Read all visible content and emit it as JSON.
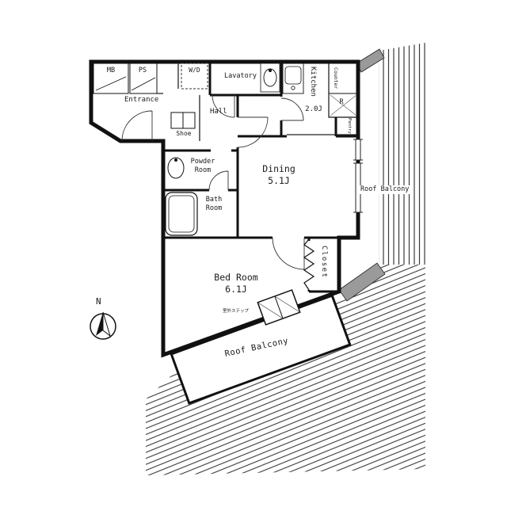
{
  "labels": {
    "mb": "MB",
    "ps": "PS",
    "washer_dryer": "W/D",
    "lavatory": "Lavatory",
    "kitchen_name": "Kitchen",
    "kitchen_size": "2.0J",
    "counter": "Counter",
    "refrigerator": "R",
    "pantry": "Pantry",
    "entrance": "Entrance",
    "shoe": "Shoe",
    "hall": "Hall",
    "powder_room": "Powder\nRoom",
    "bath_room": "Bath\nRoom",
    "dining_name": "Dining",
    "dining_size": "5.1J",
    "closet": "Closet",
    "bedroom_name": "Bed Room",
    "bedroom_size": "6.1J",
    "roof_balcony_right": "Roof Balcony",
    "roof_balcony_bottom": "Roof Balcony",
    "outdoor_step": "室外ステップ",
    "compass_north": "N"
  },
  "colors": {
    "wall": "#111111",
    "gray_wall": "#9a9a9a",
    "hatch_line": "#3a3a3a",
    "text": "#1a1a1a",
    "background": "#ffffff"
  }
}
